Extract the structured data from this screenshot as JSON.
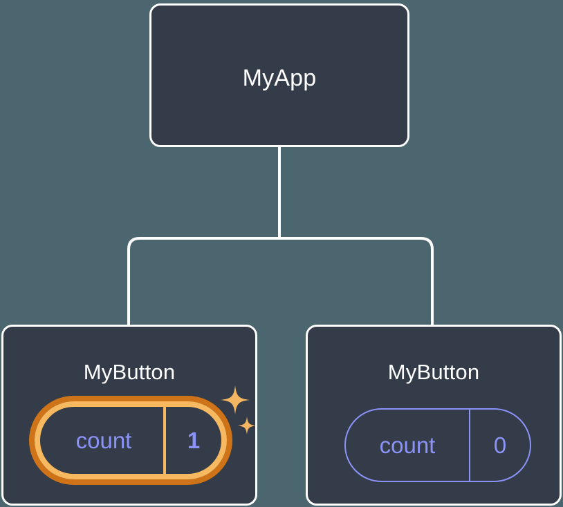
{
  "diagram": {
    "type": "component-tree",
    "background_color": "#4c6670",
    "node_fill_color": "#343b49",
    "node_border_color": "#ffffff",
    "connector_color": "#ffffff",
    "state_color": "#8b93f8",
    "highlight_outer_color": "#ce7318",
    "highlight_inner_color": "#f7b95f",
    "sparkle_color": "#f5b661"
  },
  "root": {
    "title": "MyApp"
  },
  "children": [
    {
      "title": "MyButton",
      "state": {
        "name": "count",
        "value": "1"
      },
      "highlighted": true,
      "sparkles": true
    },
    {
      "title": "MyButton",
      "state": {
        "name": "count",
        "value": "0"
      },
      "highlighted": false,
      "sparkles": false
    }
  ]
}
